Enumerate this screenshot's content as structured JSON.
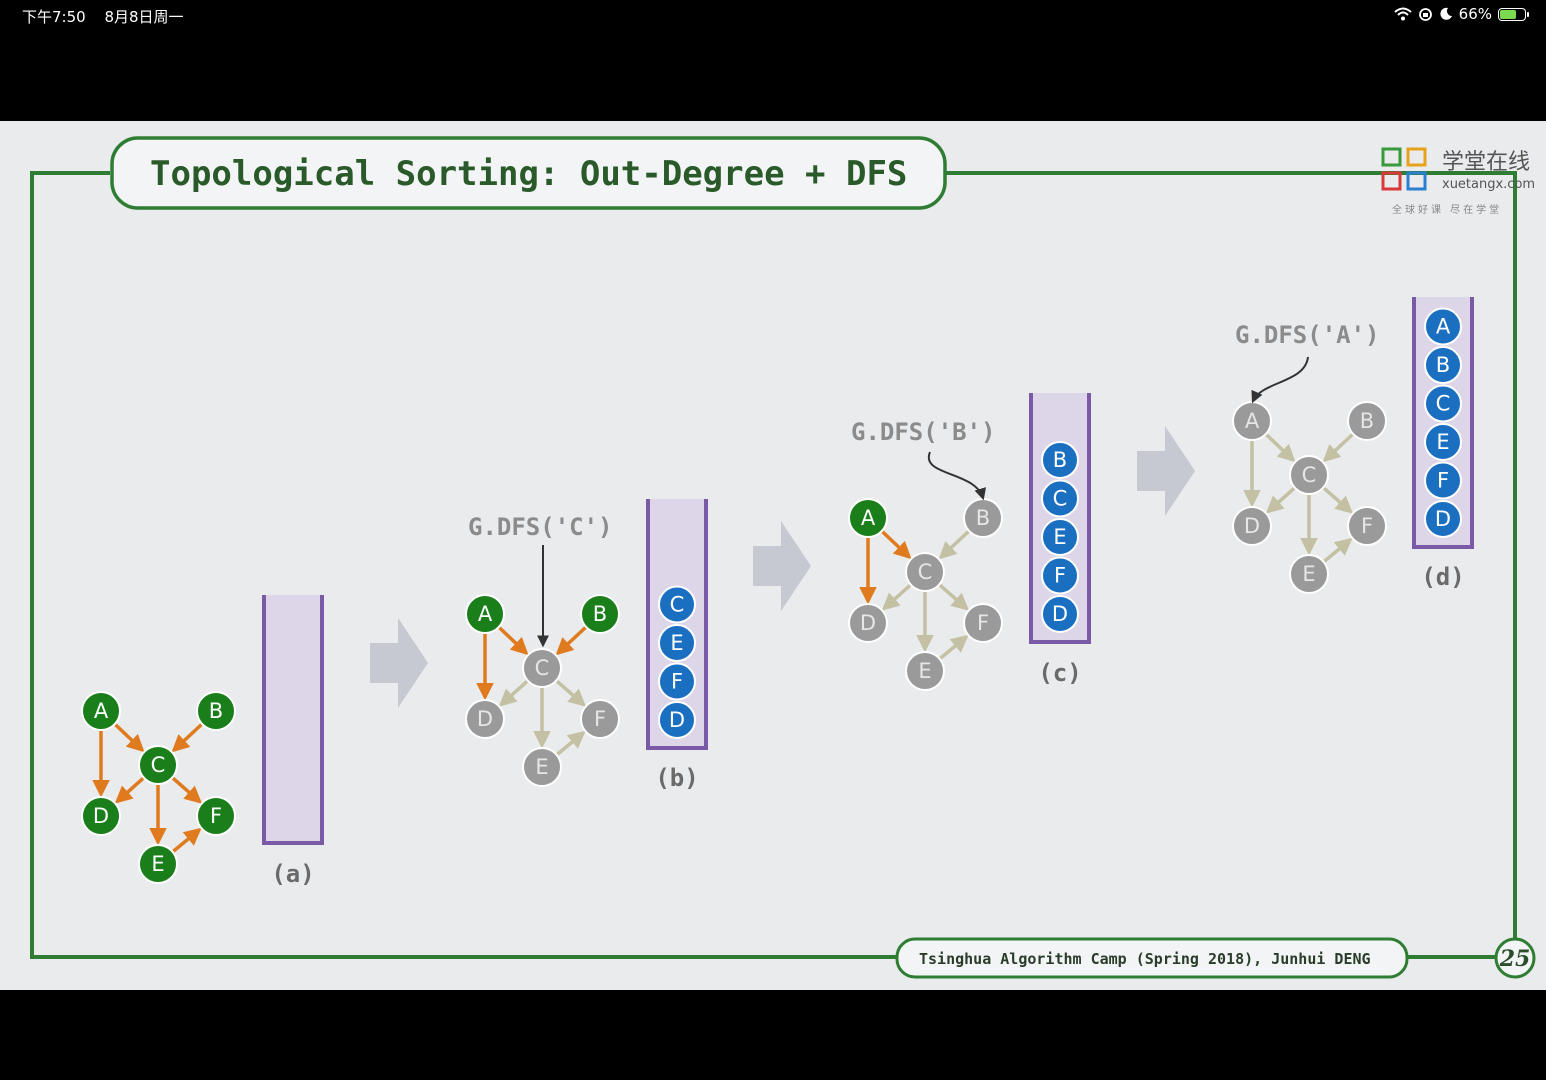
{
  "status_bar": {
    "time": "下午7:50",
    "date": "8月8日周一",
    "battery_percent": "66%",
    "battery_level": 0.66,
    "icons": [
      "wifi-icon",
      "orientation-lock-icon",
      "moon-icon",
      "battery-charging-icon"
    ]
  },
  "slide": {
    "title": "Topological Sorting: Out-Degree + DFS",
    "footer": "Tsinghua Algorithm Camp (Spring 2018), Junhui DENG",
    "page_number": "25",
    "logo": {
      "chinese": "学堂在线",
      "url_text": "xuetangx.com",
      "slogan": "全球好课 尽在学堂"
    },
    "colors": {
      "frame_green": "#2e7d32",
      "node_green": "#1a7f1a",
      "node_gray": "#9a9a9a",
      "node_blue": "#1a6fc0",
      "edge_orange": "#e07a1f",
      "edge_gray": "#c3c0a3",
      "stack_fill": "#dcd6e8",
      "stack_border": "#7a5aa6"
    },
    "node_labels": {
      "A": "A",
      "B": "B",
      "C": "C",
      "D": "D",
      "E": "E",
      "F": "F"
    },
    "panels": [
      {
        "id": "a",
        "label": "(a)",
        "call": "",
        "stack": []
      },
      {
        "id": "b",
        "label": "(b)",
        "call": "G.DFS('C')",
        "stack": [
          "C",
          "E",
          "F",
          "D"
        ]
      },
      {
        "id": "c",
        "label": "(c)",
        "call": "G.DFS('B')",
        "stack": [
          "B",
          "C",
          "E",
          "F",
          "D"
        ]
      },
      {
        "id": "d",
        "label": "(d)",
        "call": "G.DFS('A')",
        "stack": [
          "A",
          "B",
          "C",
          "E",
          "F",
          "D"
        ]
      }
    ]
  }
}
